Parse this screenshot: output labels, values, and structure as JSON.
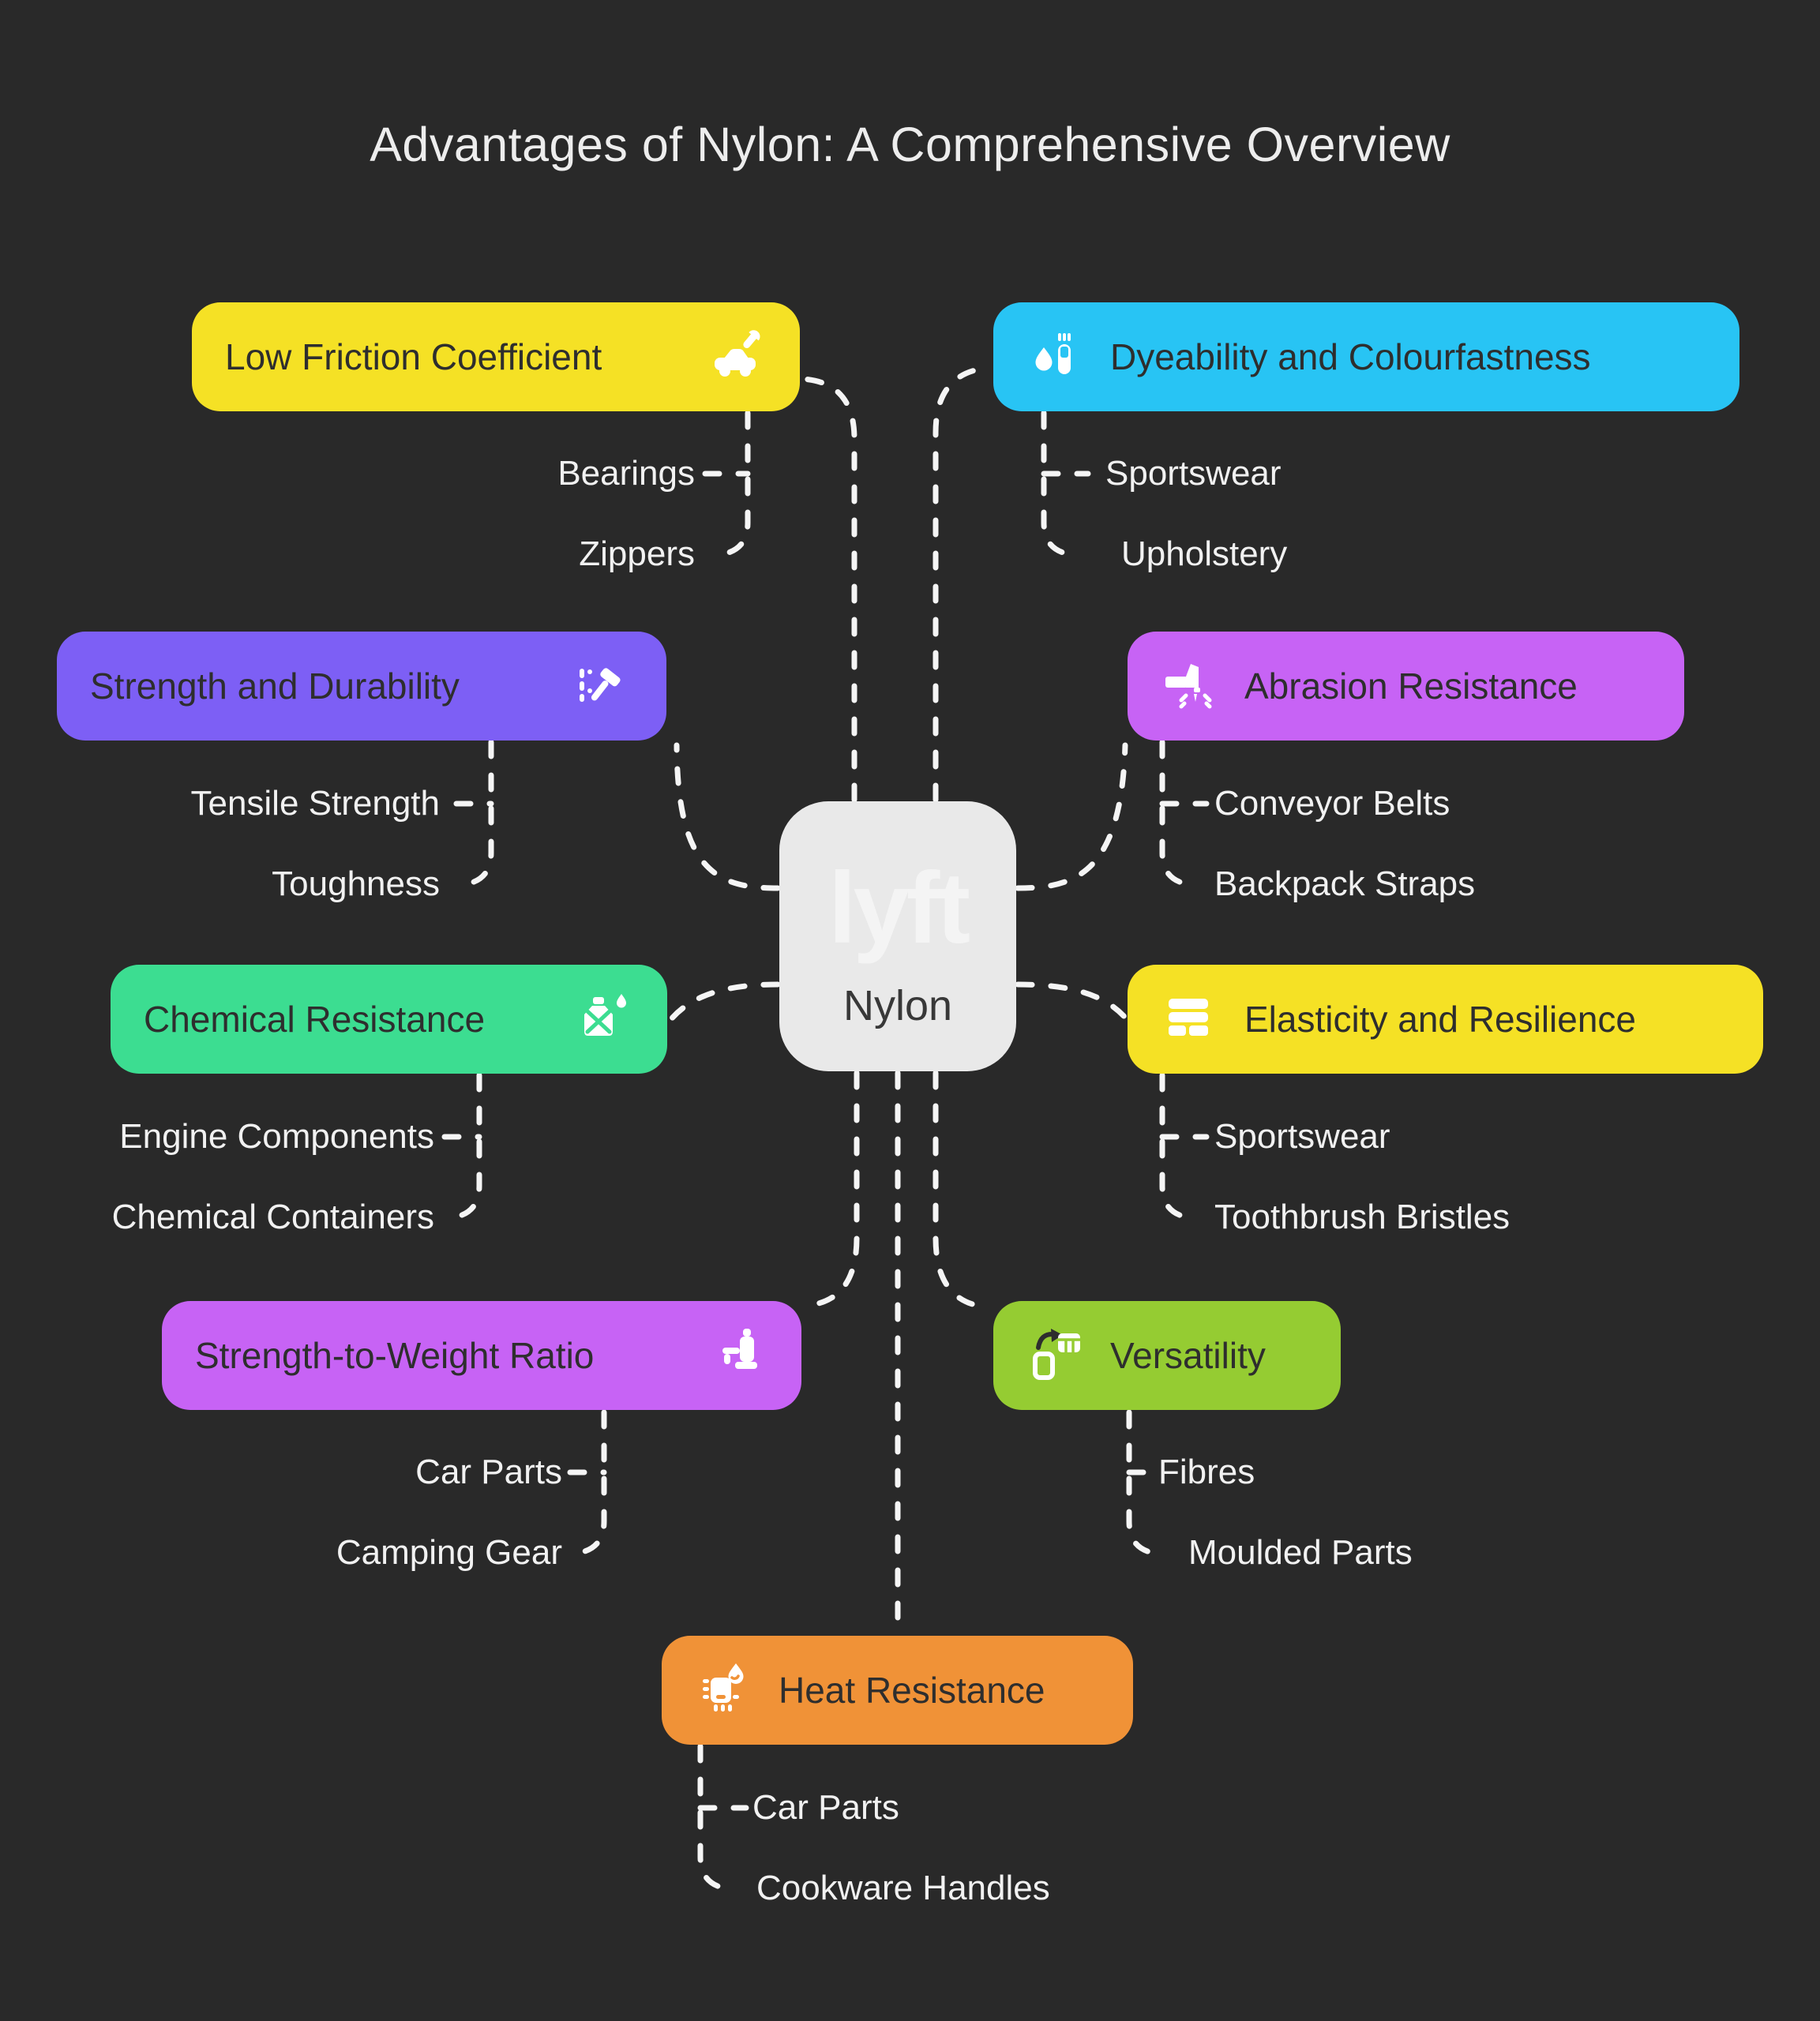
{
  "title": "Advantages of Nylon: A Comprehensive Overview",
  "center": {
    "label": "Nylon",
    "logo_text": "lyft",
    "logo_name": "lyft-logo",
    "background": "#e9e9e9"
  },
  "background_color": "#292929",
  "connector_color": "#f5f5f5",
  "palette": {
    "yellow": "#f5e125",
    "cyan": "#28c4f4",
    "violet": "#7d5ff5",
    "magenta": "#c763f5",
    "green": "#3cdd91",
    "lime": "#95cc32",
    "orange": "#f09237"
  },
  "branches": [
    {
      "id": "low-friction",
      "label": "Low Friction Coefficient",
      "color": "#f5e125",
      "icon": "car-repair-icon",
      "side": "left",
      "children": [
        "Bearings",
        "Zippers"
      ]
    },
    {
      "id": "dyeability",
      "label": "Dyeability and Colourfastness",
      "color": "#28c4f4",
      "icon": "dye-droplet-tube-icon",
      "side": "right",
      "children": [
        "Sportswear",
        "Upholstery"
      ]
    },
    {
      "id": "strength-durability",
      "label": "Strength and Durability",
      "color": "#7d5ff5",
      "icon": "hammer-strike-icon",
      "side": "left",
      "children": [
        "Tensile Strength",
        "Toughness"
      ]
    },
    {
      "id": "abrasion",
      "label": "Abrasion Resistance",
      "color": "#c763f5",
      "icon": "hammer-spark-icon",
      "side": "right",
      "children": [
        "Conveyor Belts",
        "Backpack Straps"
      ]
    },
    {
      "id": "chemical",
      "label": "Chemical Resistance",
      "color": "#3cdd91",
      "icon": "chemical-flask-icon",
      "side": "left",
      "children": [
        "Engine Components",
        "Chemical Containers"
      ]
    },
    {
      "id": "elasticity",
      "label": "Elasticity and Resilience",
      "color": "#f5e125",
      "icon": "layout-cells-icon",
      "side": "right",
      "children": [
        "Sportswear",
        "Toothbrush Bristles"
      ]
    },
    {
      "id": "strength-weight",
      "label": "Strength-to-Weight Ratio",
      "color": "#c763f5",
      "icon": "pump-scale-icon",
      "side": "left",
      "children": [
        "Car Parts",
        "Camping Gear"
      ]
    },
    {
      "id": "versatility",
      "label": "Versatility",
      "color": "#95cc32",
      "icon": "device-grid-icon",
      "side": "right",
      "children": [
        "Fibres",
        "Moulded Parts"
      ]
    },
    {
      "id": "heat",
      "label": "Heat Resistance",
      "color": "#f09237",
      "icon": "chip-flame-icon",
      "side": "bottom",
      "children": [
        "Car Parts",
        "Cookware Handles"
      ]
    }
  ]
}
